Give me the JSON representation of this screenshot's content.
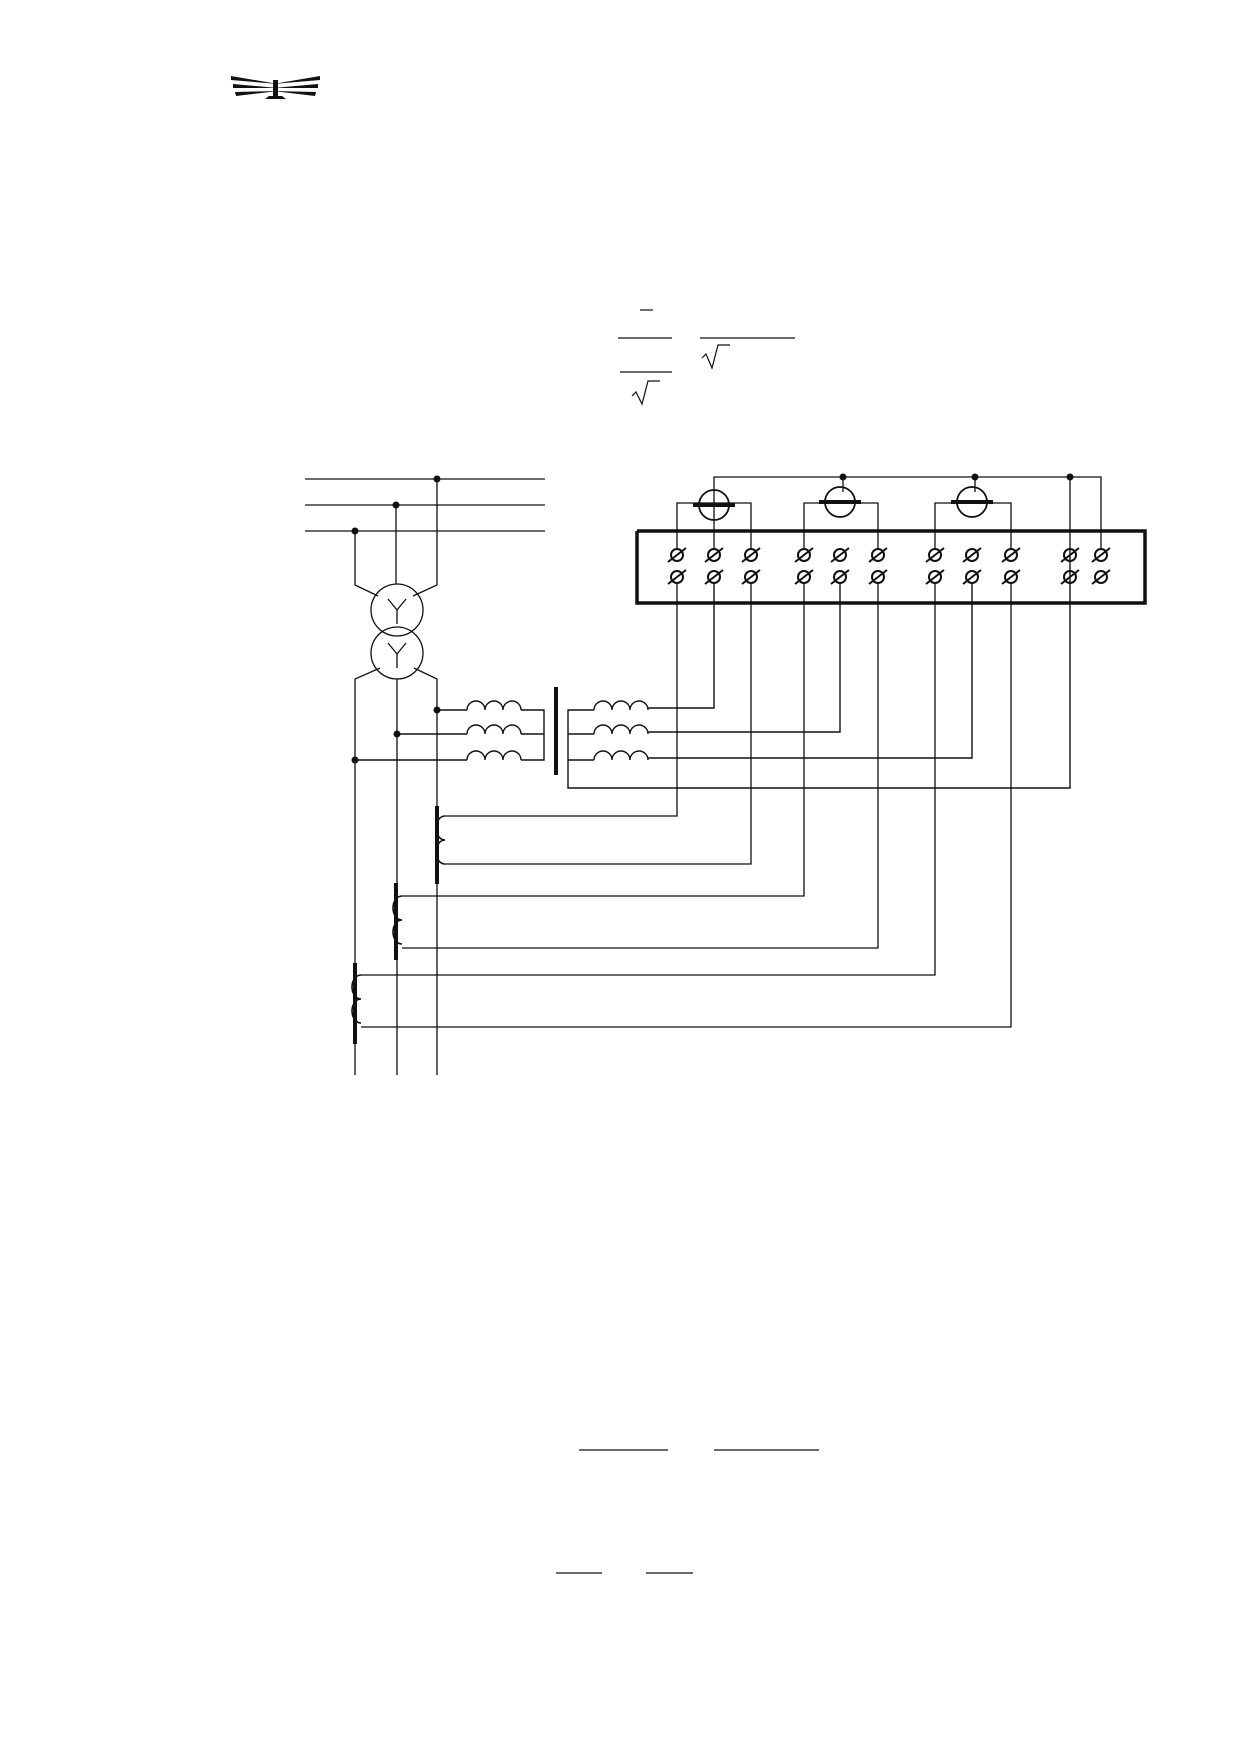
{
  "page": {
    "logo_icon": "winged-emblem-icon",
    "colors": {
      "ink": "#111111",
      "background": "#ffffff"
    }
  },
  "diagram": {
    "description_nodes": [
      "three-phase-busbars",
      "voltage-transformer-star-star",
      "three-phase-voltage-transformer-coils",
      "current-transformers-3",
      "energy-meters-3",
      "terminal-block"
    ],
    "meter_count": 3,
    "terminal_groups": 4,
    "current_transformer_count": 3
  }
}
